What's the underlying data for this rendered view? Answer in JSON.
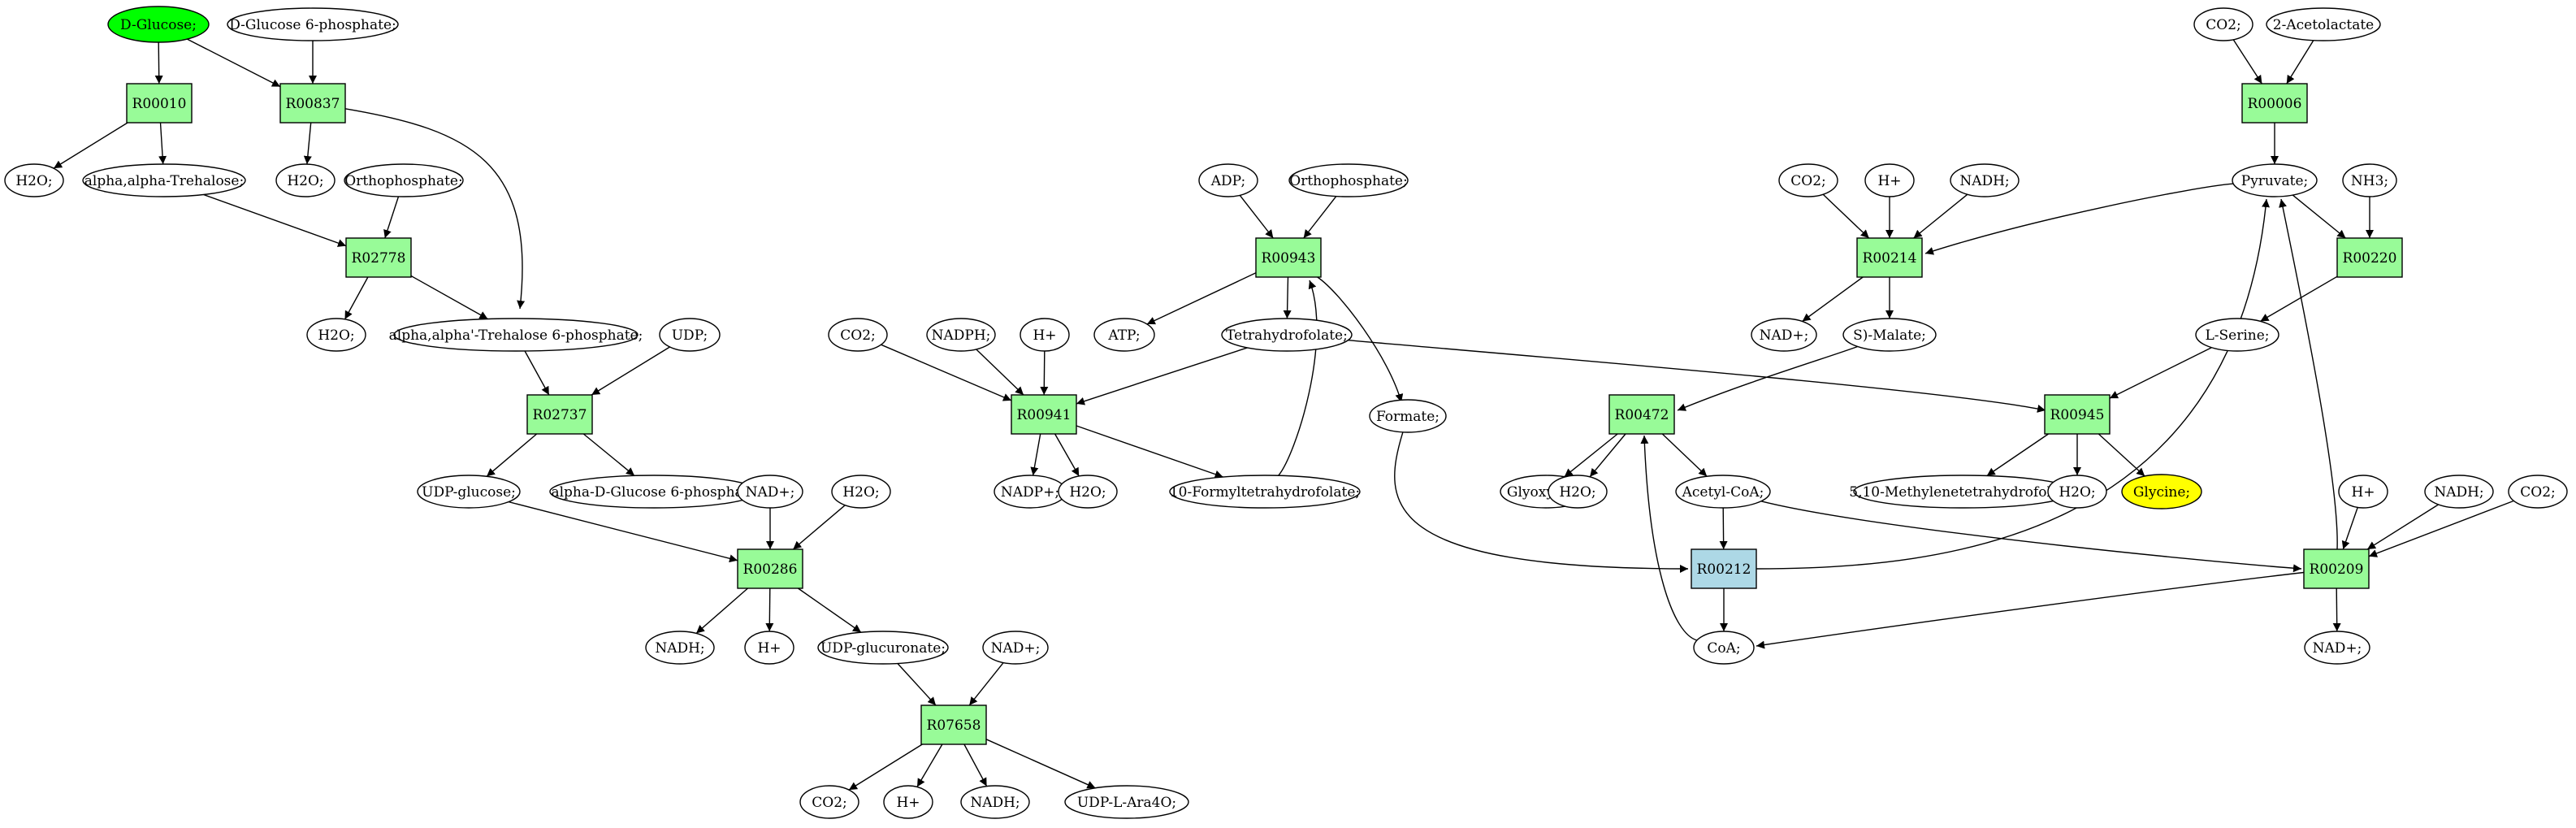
{
  "colors": {
    "reaction": "#98fb98",
    "reaction_highlight": "#add8e6",
    "source": "#00ff00",
    "target": "#ffff00",
    "compound": "#ffffff",
    "edge": "#000000"
  },
  "compounds": [
    {
      "id": "c_dglc",
      "label": "D-Glucose;",
      "fill": "source"
    },
    {
      "id": "c_dg6p",
      "label": "D-Glucose 6-phosphate;"
    },
    {
      "id": "c_h2o_a",
      "label": "H2O;"
    },
    {
      "id": "c_aatre",
      "label": "alpha,alpha-Trehalose;"
    },
    {
      "id": "c_h2o_b",
      "label": "H2O;"
    },
    {
      "id": "c_pi_a",
      "label": "Orthophosphate;"
    },
    {
      "id": "c_h2o_c",
      "label": "H2O;"
    },
    {
      "id": "c_t6p",
      "label": "alpha,alpha'-Trehalose 6-phosphate;"
    },
    {
      "id": "c_udp",
      "label": "UDP;"
    },
    {
      "id": "c_udpg",
      "label": "UDP-glucose;"
    },
    {
      "id": "c_adg6p",
      "label": "alpha-D-Glucose 6-phosphate"
    },
    {
      "id": "c_nad_a",
      "label": "NAD+;"
    },
    {
      "id": "c_h2o_d",
      "label": "H2O;"
    },
    {
      "id": "c_nadh_a",
      "label": "NADH;"
    },
    {
      "id": "c_h_a",
      "label": "H+"
    },
    {
      "id": "c_udpgluc",
      "label": "UDP-glucuronate;"
    },
    {
      "id": "c_nad_b",
      "label": "NAD+;"
    },
    {
      "id": "c_co2_a",
      "label": "CO2;"
    },
    {
      "id": "c_h_b",
      "label": "H+"
    },
    {
      "id": "c_nadh_b",
      "label": "NADH;"
    },
    {
      "id": "c_udpara",
      "label": "UDP-L-Ara4O;"
    },
    {
      "id": "c_adp",
      "label": "ADP;"
    },
    {
      "id": "c_pi_b",
      "label": "Orthophosphate;"
    },
    {
      "id": "c_atp",
      "label": "ATP;"
    },
    {
      "id": "c_thf",
      "label": "Tetrahydrofolate;"
    },
    {
      "id": "c_formate",
      "label": "Formate;"
    },
    {
      "id": "c_co2_b",
      "label": "CO2;"
    },
    {
      "id": "c_nadph",
      "label": "NADPH;"
    },
    {
      "id": "c_h_c",
      "label": "H+"
    },
    {
      "id": "c_nadp",
      "label": "NADP+;"
    },
    {
      "id": "c_h2o_e",
      "label": "H2O;"
    },
    {
      "id": "c_fthf",
      "label": "10-Formyltetrahydrofolate;"
    },
    {
      "id": "c_co2_c",
      "label": "CO2;"
    },
    {
      "id": "c_h_d",
      "label": "H+"
    },
    {
      "id": "c_nadh_c",
      "label": "NADH;"
    },
    {
      "id": "c_nad_c",
      "label": "NAD+;"
    },
    {
      "id": "c_smal",
      "label": "S)-Malate;"
    },
    {
      "id": "c_glyox",
      "label": "Glyoxylate;"
    },
    {
      "id": "c_h2o_f",
      "label": "H2O;"
    },
    {
      "id": "c_accoa",
      "label": "Acetyl-CoA;"
    },
    {
      "id": "c_coa",
      "label": "CoA;"
    },
    {
      "id": "c_co2_d",
      "label": "CO2;"
    },
    {
      "id": "c_acetolac",
      "label": "2-Acetolactate"
    },
    {
      "id": "c_pyr",
      "label": "Pyruvate;"
    },
    {
      "id": "c_nh3",
      "label": "NH3;"
    },
    {
      "id": "c_ser",
      "label": "L-Serine;"
    },
    {
      "id": "c_mthf",
      "label": "5,10-Methylenetetrahydrofolate;"
    },
    {
      "id": "c_h2o_g",
      "label": "H2O;"
    },
    {
      "id": "c_gly",
      "label": "Glycine;",
      "fill": "target"
    },
    {
      "id": "c_h_e",
      "label": "H+"
    },
    {
      "id": "c_nadh_d",
      "label": "NADH;"
    },
    {
      "id": "c_co2_e",
      "label": "CO2;"
    },
    {
      "id": "c_nad_d",
      "label": "NAD+;"
    }
  ],
  "reactions": [
    {
      "id": "r_00010",
      "label": "R00010"
    },
    {
      "id": "r_00837",
      "label": "R00837"
    },
    {
      "id": "r_02778",
      "label": "R02778"
    },
    {
      "id": "r_02737",
      "label": "R02737"
    },
    {
      "id": "r_00286",
      "label": "R00286"
    },
    {
      "id": "r_07658",
      "label": "R07658"
    },
    {
      "id": "r_00943",
      "label": "R00943"
    },
    {
      "id": "r_00941",
      "label": "R00941"
    },
    {
      "id": "r_00214",
      "label": "R00214"
    },
    {
      "id": "r_00472",
      "label": "R00472"
    },
    {
      "id": "r_00212",
      "label": "R00212",
      "fill": "reaction_highlight"
    },
    {
      "id": "r_00006",
      "label": "R00006"
    },
    {
      "id": "r_00220",
      "label": "R00220"
    },
    {
      "id": "r_00945",
      "label": "R00945"
    },
    {
      "id": "r_00209",
      "label": "R00209"
    }
  ],
  "edges": [
    [
      "c_dglc",
      "r_00010"
    ],
    [
      "c_dglc",
      "r_00837"
    ],
    [
      "c_dg6p",
      "r_00837"
    ],
    [
      "r_00010",
      "c_h2o_a"
    ],
    [
      "r_00010",
      "c_aatre"
    ],
    [
      "r_00837",
      "c_h2o_b"
    ],
    [
      "c_aatre",
      "r_02778"
    ],
    [
      "c_pi_a",
      "r_02778"
    ],
    [
      "r_02778",
      "c_h2o_c"
    ],
    [
      "r_02778",
      "c_t6p"
    ],
    [
      "r_00837",
      "c_t6p"
    ],
    [
      "c_t6p",
      "r_02737"
    ],
    [
      "c_udp",
      "r_02737"
    ],
    [
      "r_02737",
      "c_udpg"
    ],
    [
      "r_02737",
      "c_adg6p"
    ],
    [
      "c_udpg",
      "r_00286"
    ],
    [
      "c_nad_a",
      "r_00286"
    ],
    [
      "c_h2o_d",
      "r_00286"
    ],
    [
      "r_00286",
      "c_nadh_a"
    ],
    [
      "r_00286",
      "c_h_a"
    ],
    [
      "r_00286",
      "c_udpgluc"
    ],
    [
      "c_udpgluc",
      "r_07658"
    ],
    [
      "c_nad_b",
      "r_07658"
    ],
    [
      "r_07658",
      "c_co2_a"
    ],
    [
      "r_07658",
      "c_h_b"
    ],
    [
      "r_07658",
      "c_nadh_b"
    ],
    [
      "r_07658",
      "c_udpara"
    ],
    [
      "c_adp",
      "r_00943"
    ],
    [
      "c_pi_b",
      "r_00943"
    ],
    [
      "r_00943",
      "c_atp"
    ],
    [
      "r_00943",
      "c_thf"
    ],
    [
      "r_00943",
      "c_formate"
    ],
    [
      "c_co2_b",
      "r_00941"
    ],
    [
      "c_nadph",
      "r_00941"
    ],
    [
      "c_h_c",
      "r_00941"
    ],
    [
      "c_thf",
      "r_00941"
    ],
    [
      "r_00941",
      "c_nadp"
    ],
    [
      "r_00941",
      "c_h2o_e"
    ],
    [
      "r_00941",
      "c_fthf"
    ],
    [
      "c_fthf",
      "r_00943"
    ],
    [
      "c_thf",
      "r_00945"
    ],
    [
      "c_co2_c",
      "r_00214"
    ],
    [
      "c_h_d",
      "r_00214"
    ],
    [
      "c_nadh_c",
      "r_00214"
    ],
    [
      "c_pyr",
      "r_00214"
    ],
    [
      "r_00214",
      "c_nad_c"
    ],
    [
      "r_00214",
      "c_smal"
    ],
    [
      "c_smal",
      "r_00472"
    ],
    [
      "r_00472",
      "c_glyox"
    ],
    [
      "r_00472",
      "c_h2o_f"
    ],
    [
      "r_00472",
      "c_accoa"
    ],
    [
      "c_accoa",
      "r_00212"
    ],
    [
      "c_formate",
      "r_00212"
    ],
    [
      "r_00212",
      "c_coa"
    ],
    [
      "r_00212",
      "c_pyr"
    ],
    [
      "c_coa",
      "r_00472"
    ],
    [
      "c_co2_d",
      "r_00006"
    ],
    [
      "c_acetolac",
      "r_00006"
    ],
    [
      "r_00006",
      "c_pyr"
    ],
    [
      "c_pyr",
      "r_00220"
    ],
    [
      "c_nh3",
      "r_00220"
    ],
    [
      "r_00220",
      "c_ser"
    ],
    [
      "c_ser",
      "r_00945"
    ],
    [
      "r_00945",
      "c_mthf"
    ],
    [
      "r_00945",
      "c_h2o_g"
    ],
    [
      "r_00945",
      "c_gly"
    ],
    [
      "c_accoa",
      "r_00209"
    ],
    [
      "c_h_e",
      "r_00209"
    ],
    [
      "c_nadh_d",
      "r_00209"
    ],
    [
      "c_co2_e",
      "r_00209"
    ],
    [
      "r_00209",
      "c_coa"
    ],
    [
      "r_00209",
      "c_nad_d"
    ],
    [
      "r_00209",
      "c_pyr"
    ]
  ]
}
